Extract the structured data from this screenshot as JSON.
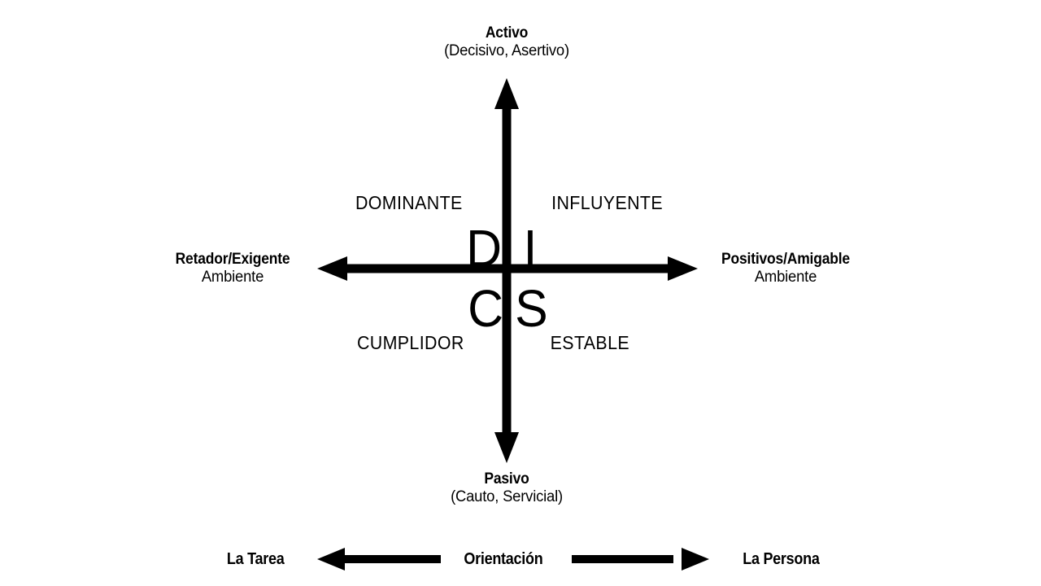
{
  "diagram": {
    "title_semantic": "DISC behavioural model quadrant chart",
    "axes": {
      "top": {
        "main": "Activo",
        "sub": "(Decisivo, Asertivo)"
      },
      "bottom": {
        "main": "Pasivo",
        "sub": "(Cauto, Servicial)"
      },
      "left": {
        "main": "Retador/Exigente",
        "sub": "Ambiente"
      },
      "right": {
        "main": "Positivos/Amigable",
        "sub": "Ambiente"
      }
    },
    "quadrants": [
      {
        "key": "D",
        "letter": "D",
        "label": "DOMINANTE"
      },
      {
        "key": "I",
        "letter": "I",
        "label": "INFLUYENTE"
      },
      {
        "key": "C",
        "letter": "C",
        "label": "CUMPLIDOR"
      },
      {
        "key": "S",
        "letter": "S",
        "label": "ESTABLE"
      }
    ],
    "legend": {
      "left": "La Tarea",
      "center": "Orientación",
      "right": "La Persona"
    },
    "colors": {
      "ink": "#000000",
      "background": "#ffffff"
    }
  },
  "chart_data": {
    "type": "scatter",
    "title": "",
    "xlabel": "Orientación",
    "ylabel": "",
    "x_axis": {
      "left_pole": "La Tarea",
      "right_pole": "La Persona"
    },
    "y_axis": {
      "top_pole": "Activo",
      "bottom_pole": "Pasivo"
    },
    "quadrant_names": [
      "DOMINANTE",
      "INFLUYENTE",
      "CUMPLIDOR",
      "ESTABLE"
    ],
    "quadrant_letters": [
      "D",
      "I",
      "C",
      "S"
    ],
    "grid": false,
    "legend_position": "bottom"
  }
}
